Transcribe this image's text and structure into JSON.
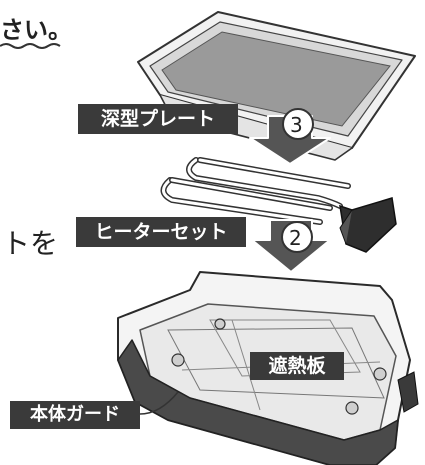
{
  "text_fragments": {
    "top_left": "さい。",
    "mid_left": "トを"
  },
  "labels": {
    "deep_plate": "深型プレート",
    "heater_set": "ヒーターセット",
    "heat_shield": "遮熱板",
    "main_guard": "本体ガード"
  },
  "steps": {
    "step_3": "3",
    "step_2": "2"
  },
  "colors": {
    "label_bg": "#3a3a3a",
    "label_text": "#ffffff",
    "arrow": "#555555",
    "guard_body": "#4a4a4a"
  }
}
